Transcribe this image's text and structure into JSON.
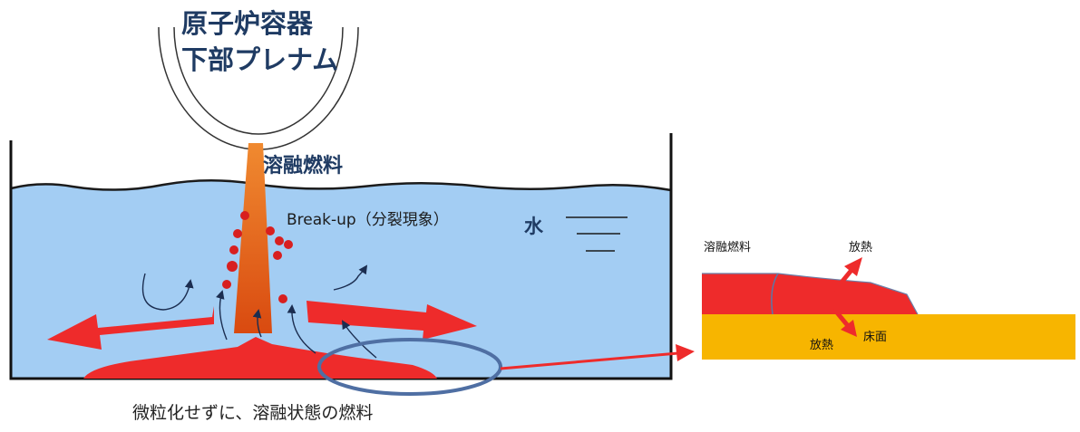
{
  "title": {
    "line1": "原子炉容器",
    "line2": "下部プレナム"
  },
  "labels": {
    "molten_fuel": "溶融燃料",
    "breakup": "Break-up（分裂現象）",
    "water": "水",
    "caption": "微粒化せずに、溶融状態の燃料"
  },
  "detail": {
    "molten_fuel": "溶融燃料",
    "heat_release_up": "放熱",
    "heat_release_down": "放熱",
    "floor": "床面"
  },
  "colors": {
    "water": "#a3cdf3",
    "molten": "#ee2b2b",
    "jet": "#e85a18",
    "floor": "#f7b500",
    "ellipse": "#5a78a8",
    "text_dark": "#1f3b63"
  }
}
